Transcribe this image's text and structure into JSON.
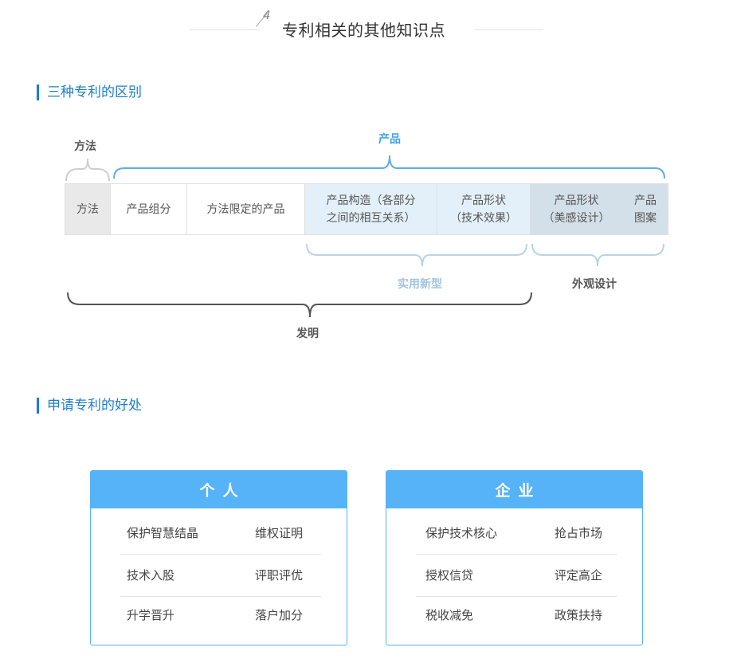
{
  "header": {
    "number": "4",
    "title": "专利相关的其他知识点"
  },
  "section1": {
    "title": "三种专利的区别",
    "method_label": "方法",
    "product_label": "产品",
    "utility_label": "实用新型",
    "design_label": "外观设计",
    "invention_label": "发明",
    "cells": [
      {
        "text": "方法",
        "bg": "#e9e9e9"
      },
      {
        "text": "产品组分",
        "bg": "#ffffff"
      },
      {
        "text": "方法限定的产品",
        "bg": "#ffffff"
      },
      {
        "text": "产品构造（各部分\n之间的相互关系）",
        "bg": "#e3f0f9"
      },
      {
        "text": "产品形状\n（技术效果）",
        "bg": "#e3f0f9"
      },
      {
        "text": "产品形状\n（美感设计）",
        "bg": "#d3e0e9"
      },
      {
        "text": "产品\n图案",
        "bg": "#d3e0e9"
      }
    ]
  },
  "section2": {
    "title": "申请专利的好处",
    "cards": [
      {
        "title": "个人",
        "rows": [
          [
            "保护智慧结晶",
            "维权证明"
          ],
          [
            "技术入股",
            "评职评优"
          ],
          [
            "升学晋升",
            "落户加分"
          ]
        ]
      },
      {
        "title": "企业",
        "rows": [
          [
            "保护技术核心",
            "抢占市场"
          ],
          [
            "授权信贷",
            "评定高企"
          ],
          [
            "税收减免",
            "政策扶持"
          ]
        ]
      }
    ]
  },
  "colors": {
    "accent": "#1b7fcc",
    "brace_blue": "#5ab0e6",
    "brace_pale": "#b7d4e8",
    "brace_dark": "#555555",
    "card_header": "#57b3f8"
  }
}
